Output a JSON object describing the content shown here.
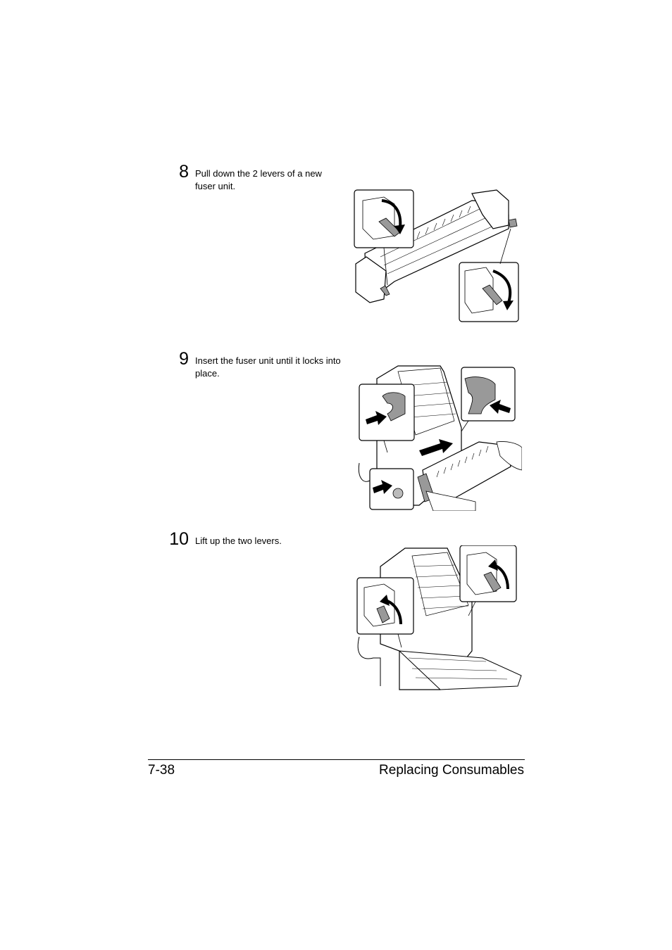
{
  "steps": [
    {
      "number": "8",
      "text": "Pull down the 2 levers of a new fuser unit."
    },
    {
      "number": "9",
      "text": "Insert the fuser unit until it locks into place."
    },
    {
      "number": "10",
      "text": "Lift up the two levers."
    }
  ],
  "footer": {
    "page_number": "7-38",
    "section_title": "Replacing Consumables"
  }
}
